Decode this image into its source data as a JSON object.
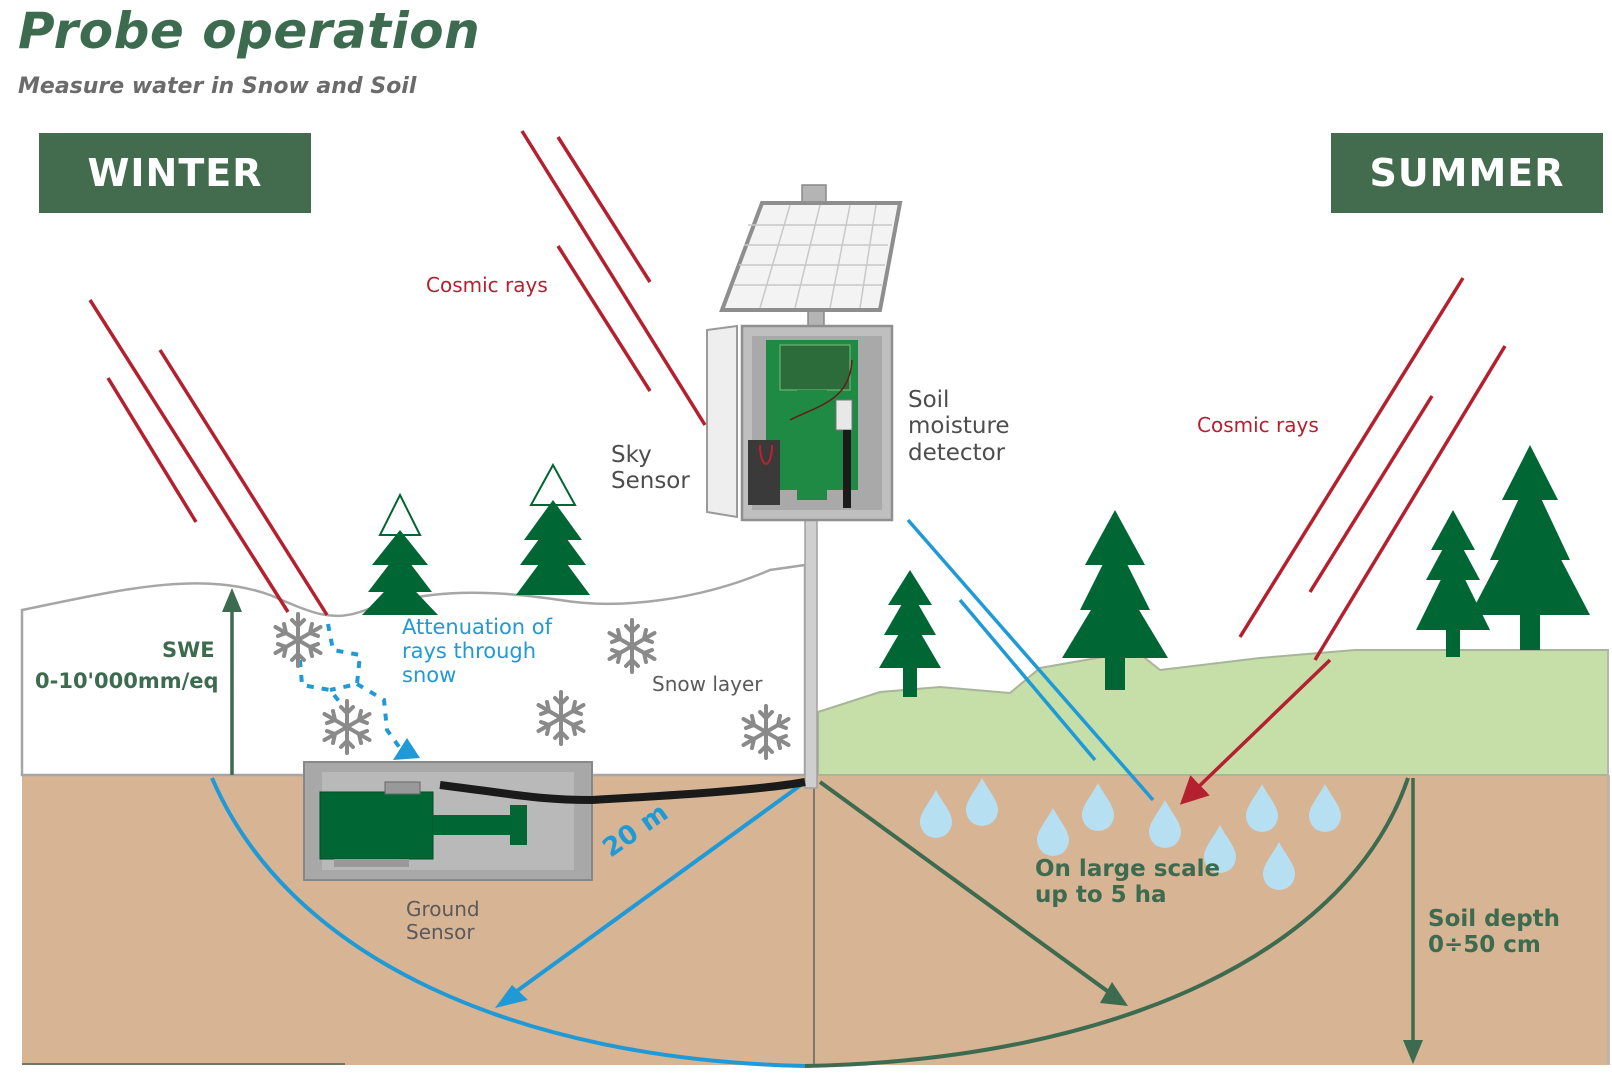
{
  "header": {
    "title": "Probe operation",
    "subtitle": "Measure water in Snow and Soil"
  },
  "seasons": {
    "winter": "WINTER",
    "summer": "SUMMER"
  },
  "labels": {
    "cosmic_rays_winter": "Cosmic rays",
    "cosmic_rays_summer": "Cosmic rays",
    "sky_sensor": "Sky\nSensor",
    "soil_moisture_detector": "Soil\nmoisture\ndetector",
    "swe_title": "SWE",
    "swe_range": "0-10'000mm/eq",
    "attenuation": "Attenuation of\nrays through\nsnow",
    "snow_layer": "Snow layer",
    "ground_sensor": "Ground\nSensor",
    "distance": "20 m",
    "large_scale": "On large scale\nup to 5 ha",
    "soil_depth": "Soil depth\n0÷50 cm"
  },
  "colors": {
    "brand_green": "#436b4e",
    "tree_green": "#006633",
    "cosmic_red": "#b5202e",
    "neutron_blue": "#1f9ad6",
    "soil": "#d6b494",
    "grass": "#c6dea8",
    "droplet": "#b7dff2"
  }
}
